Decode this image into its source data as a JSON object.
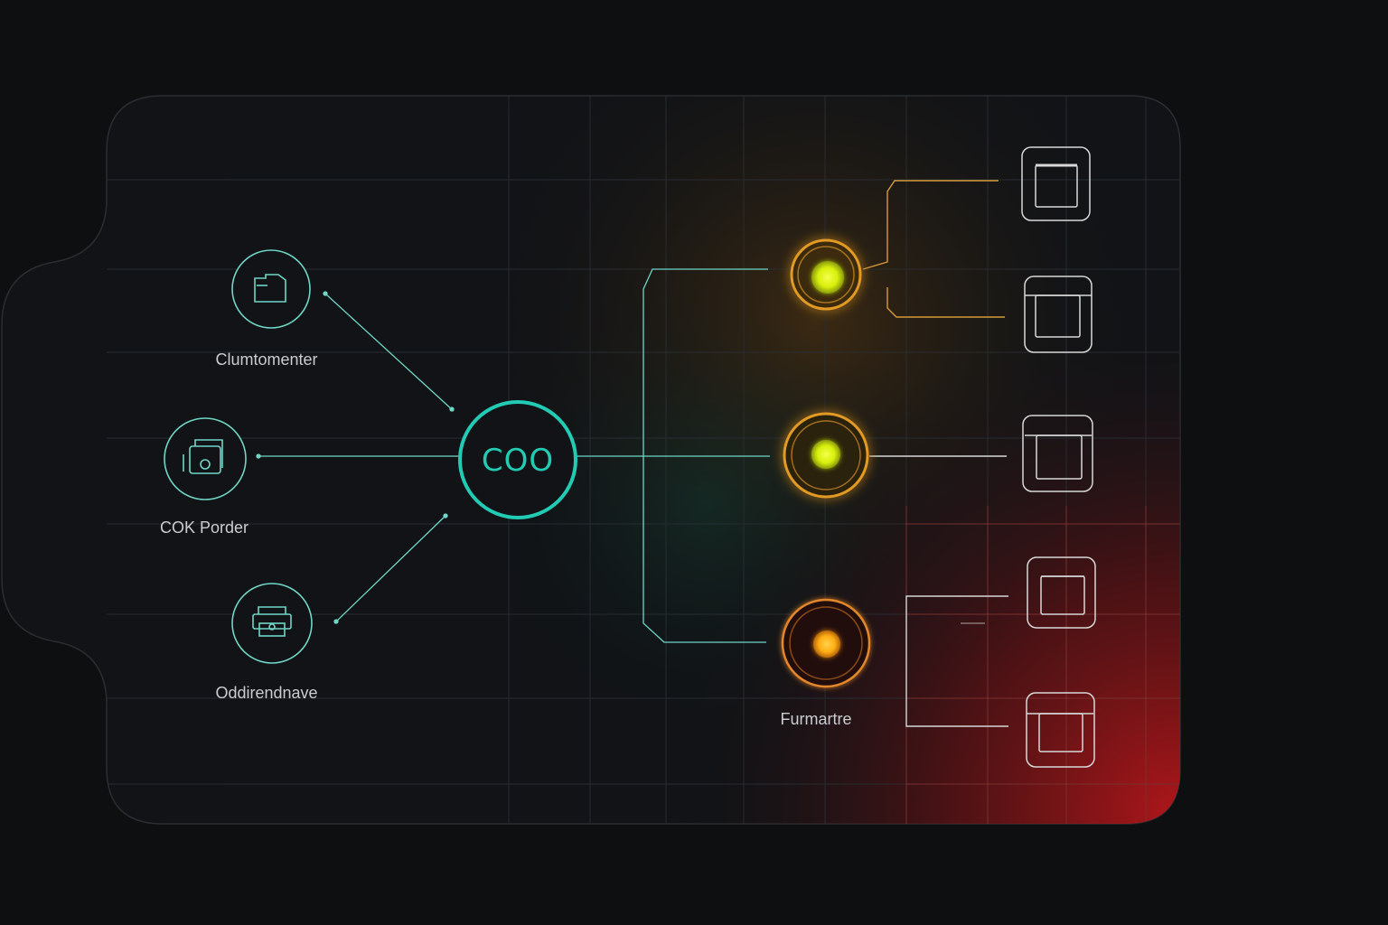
{
  "colors": {
    "background": "#0e0f11",
    "panel": "#111316",
    "panel_border": "#2a2d31",
    "grid": "#2a2e33",
    "teal": "#22cbb4",
    "teal_dim": "#6fd6c6",
    "amber": "#e29a24",
    "yellow_core": "#e2f40f",
    "orange_core": "#ffb21a",
    "red_glow": "#c8191a",
    "output_stroke": "#d8d8d8"
  },
  "hub": {
    "label": "COO",
    "icon": "hub-circle"
  },
  "inputs": [
    {
      "label": "Clumtomenter",
      "icon": "folder-icon"
    },
    {
      "label": "COK Porder",
      "icon": "camera-stack-icon"
    },
    {
      "label": "Oddirendnave",
      "icon": "printer-icon"
    }
  ],
  "indicators": [
    {
      "status": "active-yellow",
      "label": ""
    },
    {
      "status": "active-yellow",
      "label": ""
    },
    {
      "status": "active-orange",
      "label": "Furmartre"
    }
  ],
  "outputs": [
    {
      "icon": "square-node-icon"
    },
    {
      "icon": "square-node-icon"
    },
    {
      "icon": "square-node-icon"
    },
    {
      "icon": "square-node-icon"
    },
    {
      "icon": "square-node-icon"
    }
  ]
}
